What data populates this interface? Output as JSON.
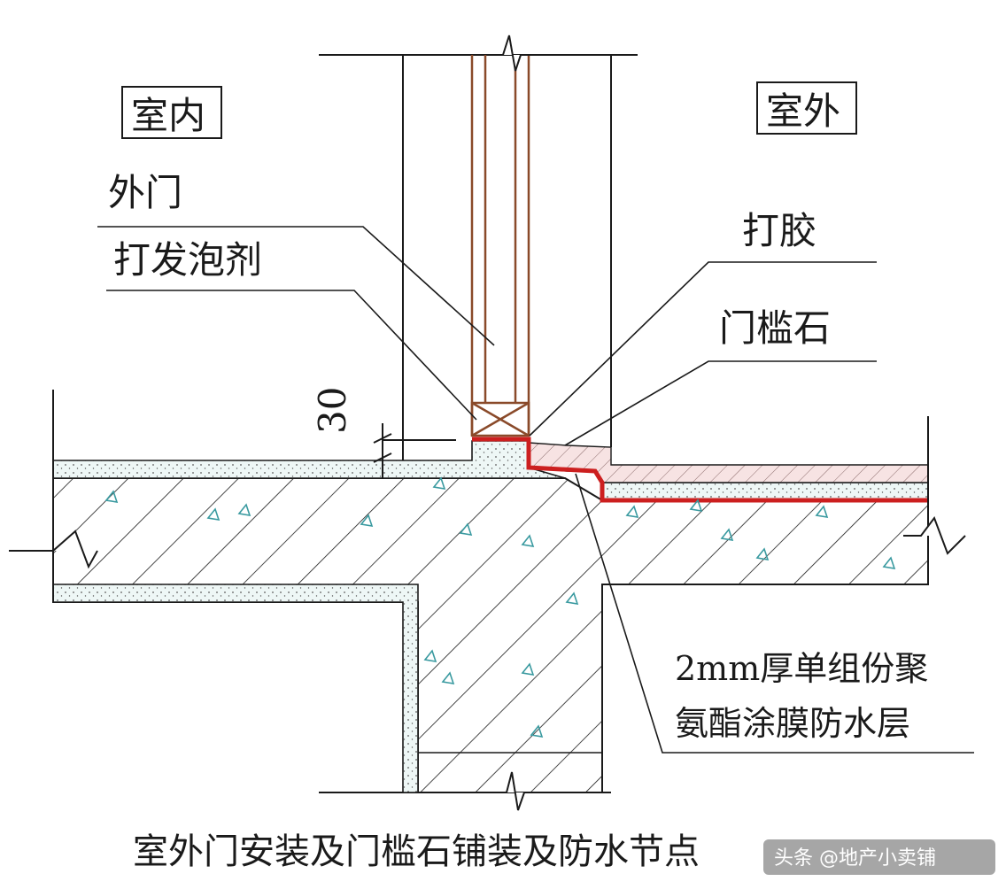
{
  "labels": {
    "indoor": "室内",
    "outdoor": "室外",
    "outer_door": "外门",
    "foam": "打发泡剂",
    "sealant": "打胶",
    "threshold": "门槛石",
    "membrane_line1": "2mm厚单组份聚",
    "membrane_line2": "氨酯涂膜防水层",
    "dimension": "30"
  },
  "caption": "室外门安装及门槛石铺装及防水节点",
  "watermark": "头条 @地产小卖铺",
  "colors": {
    "line": "#1a1a1a",
    "waterproof": "#cc1f1f",
    "door": "#8a4a2a",
    "screed_fill": "#eef7f6",
    "stone_fill": "#f7e3e3",
    "concrete_mark": "#3a9aa0"
  }
}
